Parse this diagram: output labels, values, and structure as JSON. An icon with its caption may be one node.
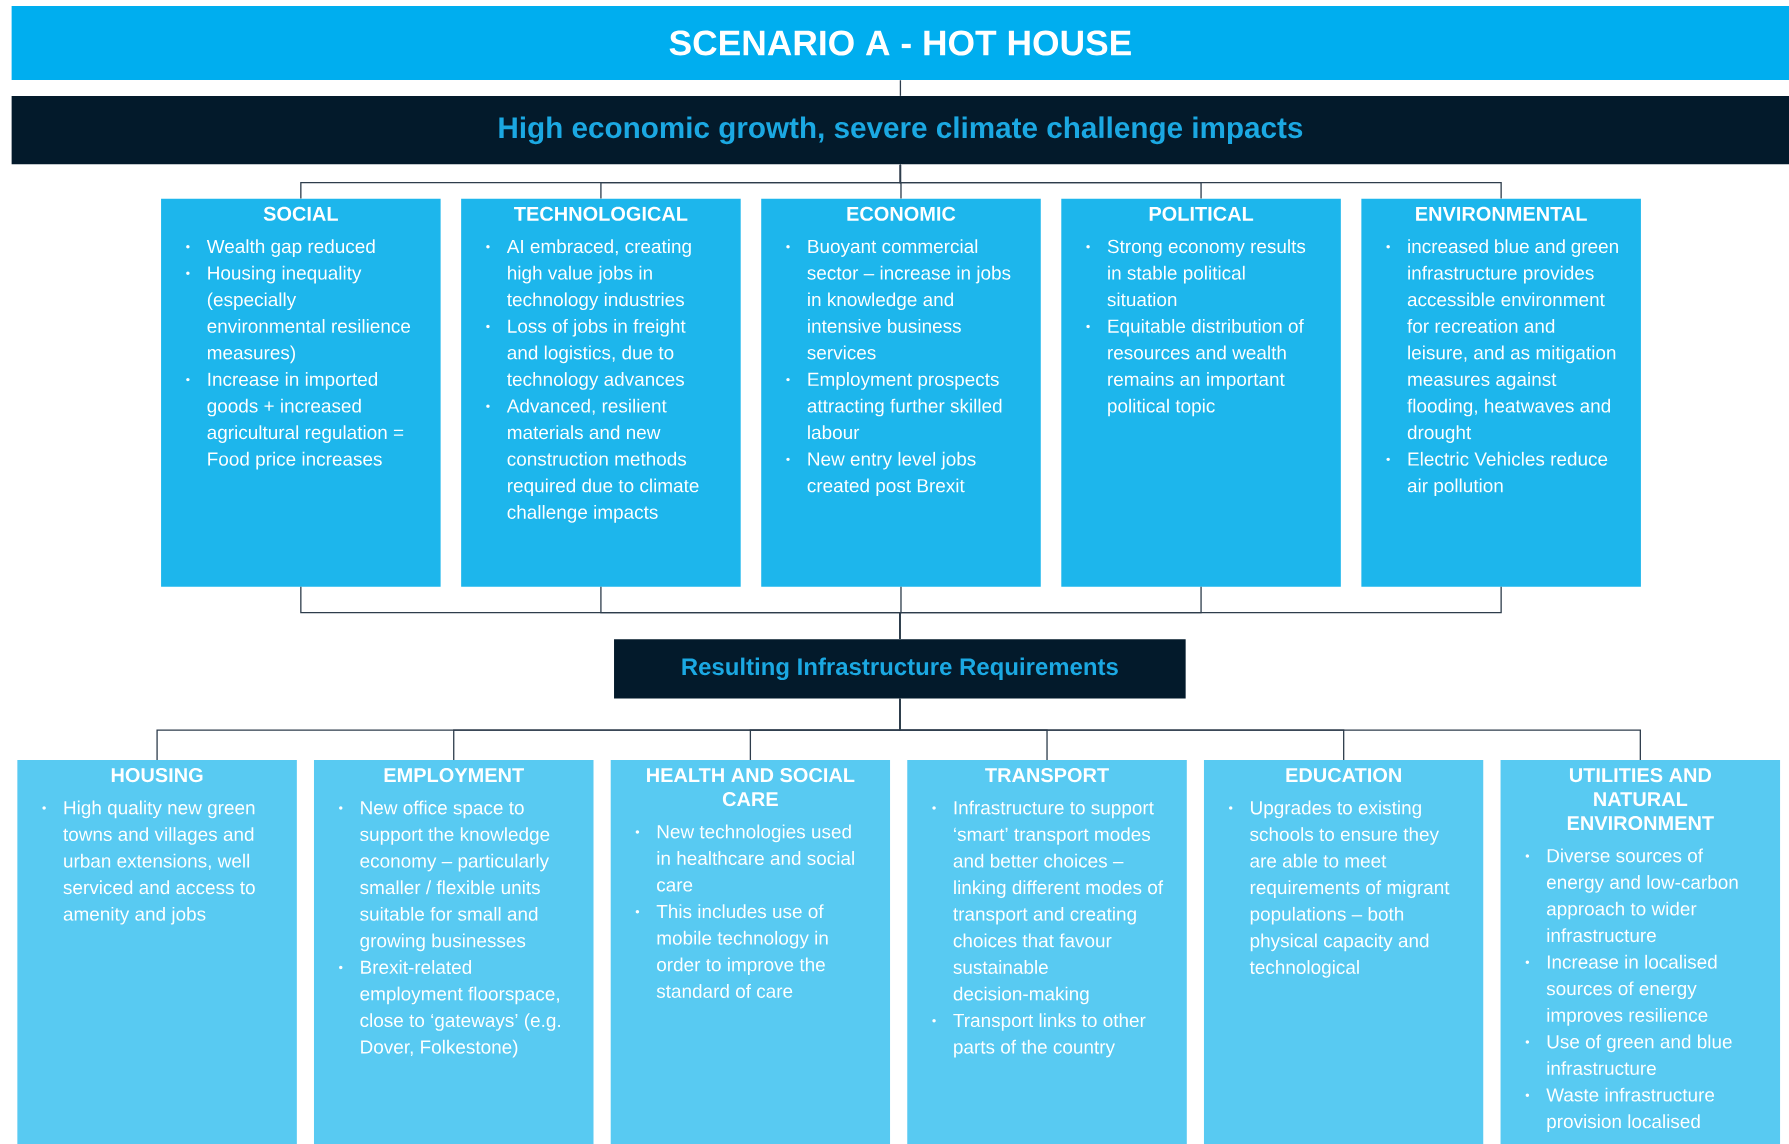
{
  "diagram": {
    "nodes": [
      {
        "text": [
          "SCENARIO A - HOT HOUSE"
        ]
      },
      {
        "text": [
          "High economic growth, severe climate challenge impacts"
        ]
      },
      {
        "text": [
          "SOCIAL",
          "Wealth gap reduced",
          "Housing inequality (especially environmental resilience measures)",
          "Increase in imported goods + increased agricultural regulation = Food price increases"
        ]
      },
      {
        "text": [
          "TECHNOLOGICAL",
          "AI embraced, creating high value jobs in technology industries",
          "Loss of jobs in freight and logistics, due to technology advances",
          "Advanced, resilient materials and new construction methods required due to climate challenge impacts"
        ]
      },
      {
        "text": [
          "ECONOMIC",
          "Buoyant commercial sector – increase in jobs in knowledge and intensive business services",
          "Employment prospects attracting further skilled labour",
          "New entry level jobs created post Brexit"
        ]
      },
      {
        "text": [
          "POLITICAL",
          "Strong economy results in stable political situation",
          "Equitable distribution of resources and wealth remains an important political topic"
        ]
      },
      {
        "text": [
          "ENVIRONMENTAL",
          "increased blue and green infrastructure provides accessible environment for recreation and leisure, and as mitigation measures against flooding, heatwaves and drought",
          "Electric Vehicles reduce air pollution"
        ]
      },
      {
        "text": [
          "Resulting Infrastructure Requirements"
        ]
      },
      {
        "text": [
          "HOUSING",
          "High quality new green towns and villages and urban extensions, well serviced and access to amenity and jobs"
        ]
      },
      {
        "text": [
          "EMPLOYMENT",
          "New office space to support the knowledge economy – particularly smaller / flexible units suitable for small and growing businesses",
          "Brexit-related employment floorspace, close to ‘gateways’ (e.g. Dover, Folkestone)"
        ]
      },
      {
        "text": [
          "HEALTH AND SOCIAL CARE",
          "New technologies used in healthcare and social care",
          "This includes use of mobile technology in order to improve the standard of care"
        ]
      },
      {
        "text": [
          "TRANSPORT",
          "Infrastructure to support ‘smart’ transport modes and better choices – linking different modes of transport and creating choices that favour sustainable decision-making",
          "Transport links to other parts of the country"
        ]
      },
      {
        "text": [
          "EDUCATION",
          "Upgrades to existing schools to ensure they are able to meet requirements of migrant populations – both physical capacity and technological"
        ]
      },
      {
        "text": [
          "UTILITIES AND NATURAL ENVIRONMENT",
          "Diverse sources of energy and low-carbon approach to wider infrastructure",
          "Increase in localised sources of energy improves resilience",
          "Use of green and blue infrastructure",
          "Waste infrastructure provision localised"
        ]
      }
    ],
    "edges": [
      {
        "from": 0,
        "to": 1,
        "arrow": "none"
      },
      {
        "from": 1,
        "to": 2,
        "arrow": "none"
      },
      {
        "from": 1,
        "to": 3,
        "arrow": "none"
      },
      {
        "from": 1,
        "to": 4,
        "arrow": "none"
      },
      {
        "from": 1,
        "to": 5,
        "arrow": "none"
      },
      {
        "from": 1,
        "to": 6,
        "arrow": "none"
      },
      {
        "from": 2,
        "to": 7,
        "arrow": "none"
      },
      {
        "from": 3,
        "to": 7,
        "arrow": "none"
      },
      {
        "from": 4,
        "to": 7,
        "arrow": "none"
      },
      {
        "from": 5,
        "to": 7,
        "arrow": "none"
      },
      {
        "from": 6,
        "to": 7,
        "arrow": "none"
      },
      {
        "from": 7,
        "to": 8,
        "arrow": "none"
      },
      {
        "from": 7,
        "to": 9,
        "arrow": "none"
      },
      {
        "from": 7,
        "to": 10,
        "arrow": "none"
      },
      {
        "from": 7,
        "to": 11,
        "arrow": "none"
      },
      {
        "from": 7,
        "to": 12,
        "arrow": "none"
      },
      {
        "from": 7,
        "to": 13,
        "arrow": "none"
      }
    ]
  }
}
